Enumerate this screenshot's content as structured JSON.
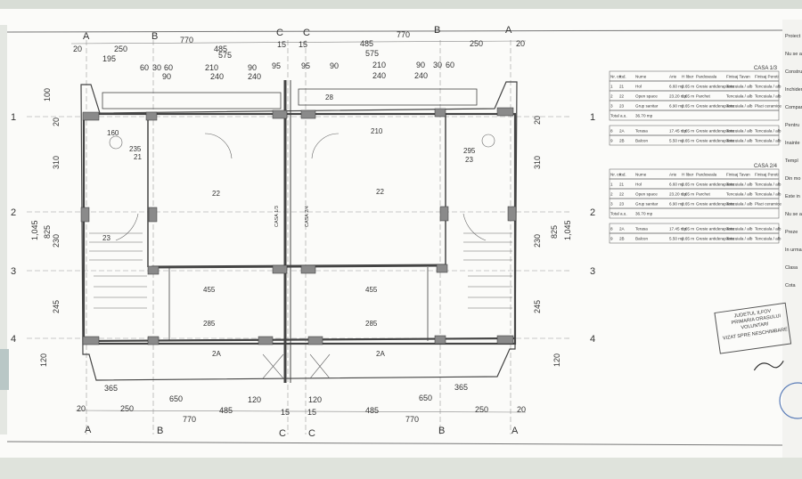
{
  "axes": {
    "columns": [
      "A",
      "B",
      "C",
      "C",
      "B",
      "A"
    ],
    "rows": [
      "1",
      "2",
      "3",
      "4"
    ]
  },
  "dimensions": {
    "top": {
      "row1": [
        "20",
        "250",
        "770",
        "485",
        "15",
        "15",
        "485",
        "770",
        "250",
        "20"
      ],
      "row2": [
        "195",
        "575",
        "575"
      ],
      "row3": [
        "60",
        "30",
        "60",
        "210",
        "90",
        "95",
        "95",
        "90",
        "210",
        "90",
        "30",
        "60"
      ],
      "row4": [
        "90",
        "240",
        "240",
        "240",
        "240"
      ]
    },
    "bottom": {
      "row1": [
        "365",
        "120",
        "120",
        "365"
      ],
      "row2": [
        "650",
        "650"
      ],
      "row3": [
        "20",
        "250",
        "485",
        "15",
        "15",
        "485",
        "250",
        "20"
      ],
      "row4": [
        "770",
        "770"
      ]
    },
    "left": [
      "1,045",
      "825",
      "100",
      "20",
      "310",
      "230",
      "245",
      "120"
    ],
    "right": [
      "20",
      "310",
      "825",
      "1,045",
      "230",
      "245",
      "120"
    ]
  },
  "rooms": {
    "left": [
      {
        "id": "21",
        "val": "235"
      },
      {
        "id": "23",
        "val": "160"
      },
      {
        "id": "22",
        "val": "455"
      },
      {
        "id": "2A",
        "val": "285"
      }
    ],
    "right": [
      {
        "id": "28",
        "val": "210"
      },
      {
        "id": "22",
        "val": "455"
      },
      {
        "id": "23",
        "val": "295"
      },
      {
        "id": "2A",
        "val": "285"
      }
    ],
    "labels": [
      "CASA 1/3",
      "CASA 2/4"
    ]
  },
  "tables": [
    {
      "title": "CASA 1/3",
      "headers": [
        "Nr. crt.",
        "Ind.",
        "Nume",
        "Arie",
        "H liber",
        "Pardoseala",
        "Finisaj Tavan",
        "Finisaj Pereti"
      ],
      "rows": [
        [
          "1",
          "21",
          "Hol",
          "6.60 mp",
          "2.65 m",
          "Gresie antiderapanta",
          "Tencuiala / alb",
          "Tencuiala / alb"
        ],
        [
          "2",
          "22",
          "Open space",
          "23.20 mp",
          "2.65 m",
          "Parchet",
          "Tencuiala / alb",
          "Tencuiala / alb"
        ],
        [
          "3",
          "23",
          "Grup sanitar",
          "6.90 mp",
          "2.65 m",
          "Gresie antiderapanta",
          "Tencuiala / alb",
          "Placi ceramice"
        ]
      ],
      "total": [
        "Total a.u.",
        "36.70 mp"
      ],
      "extra": [
        [
          "8",
          "2A",
          "Terasa",
          "17.45 mp",
          "2.65 m",
          "Gresie antiderapanta",
          "Tencuiala / alb",
          "Tencuiala / alb"
        ],
        [
          "9",
          "2B",
          "Balcon",
          "5.50 mp",
          "2.65 m",
          "Gresie antiderapanta",
          "Tencuiala / alb",
          "Tencuiala / alb"
        ]
      ]
    },
    {
      "title": "CASA 2/4",
      "headers": [
        "Nr. crt.",
        "Ind.",
        "Nume",
        "Arie",
        "H liber",
        "Pardoseala",
        "Finisaj Tavan",
        "Finisaj Pereti"
      ],
      "rows": [
        [
          "1",
          "21",
          "Hol",
          "6.60 mp",
          "2.65 m",
          "Gresie antiderapanta",
          "Tencuiala / alb",
          "Tencuiala / alb"
        ],
        [
          "2",
          "22",
          "Open space",
          "23.20 mp",
          "2.65 m",
          "Parchet",
          "Tencuiala / alb",
          "Tencuiala / alb"
        ],
        [
          "3",
          "23",
          "Grup sanitar",
          "6.90 mp",
          "2.65 m",
          "Gresie antiderapanta",
          "Tencuiala / alb",
          "Placi ceramice"
        ]
      ],
      "total": [
        "Total a.u.",
        "36.70 mp"
      ],
      "extra": [
        [
          "8",
          "2A",
          "Terasa",
          "17.45 mp",
          "2.65 m",
          "Gresie antiderapanta",
          "Tencuiala / alb",
          "Tencuiala / alb"
        ],
        [
          "9",
          "2B",
          "Balcon",
          "5.50 mp",
          "2.65 m",
          "Gresie antiderapanta",
          "Tencuiala / alb",
          "Tencuiala / alb"
        ]
      ]
    }
  ],
  "stamp": [
    "JUDETUL ILFOV",
    "PRIMARIA ORASULUI",
    "VOLUNTARI",
    "VIZAT SPRE NESCHIMBARE"
  ],
  "notes": [
    "Proiect",
    "Nu se a",
    "Constru",
    "Inchidere",
    "Compar",
    "Pentru",
    "Inainte",
    "Templ",
    "Din mo",
    "Este in",
    "Nu se a",
    "Preze",
    "In urma",
    "Clasa",
    "Cota"
  ]
}
